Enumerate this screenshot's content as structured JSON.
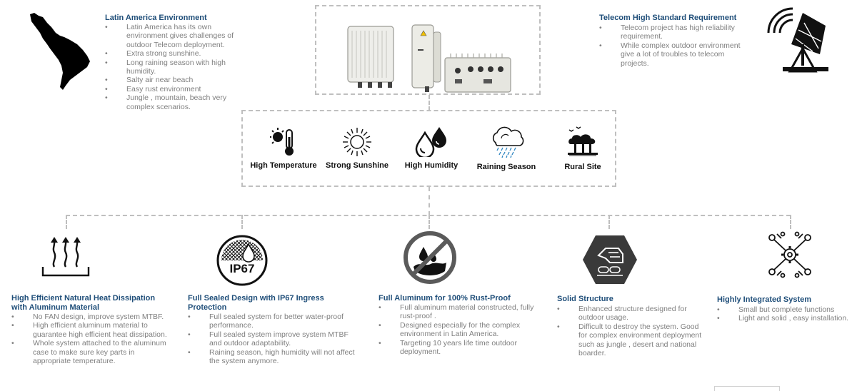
{
  "latin": {
    "title": "Latin America Environment",
    "bullets": [
      "Latin America has its own environment gives challenges of outdoor Telecom deployment.",
      "Extra strong sunshine.",
      "Long raining season with high humidity.",
      "Salty air near beach",
      "Easy rust environment",
      "Jungle , mountain, beach very complex scenarios."
    ]
  },
  "telecom": {
    "title": "Telecom High Standard Requirement",
    "bullets": [
      "Telecom project has high reliability requirement.",
      "While complex outdoor environment give a lot of troubles to telecom projects."
    ]
  },
  "environment": [
    {
      "label": "High Temperature",
      "icon": "thermometer-sun-icon"
    },
    {
      "label": "Strong Sunshine",
      "icon": "sun-icon"
    },
    {
      "label": "High Humidity",
      "icon": "water-drops-icon"
    },
    {
      "label": "Raining Season",
      "icon": "rain-cloud-icon"
    },
    {
      "label": "Rural Site",
      "icon": "rural-trees-icon"
    }
  ],
  "features": [
    {
      "title": "High Efficient Natural Heat Dissipation with Aluminum Material",
      "icon": "heat-dissipation-icon",
      "bullets": [
        "No FAN design, improve system MTBF.",
        "High efficient aluminum material to guarantee high efficient heat dissipation.",
        "Whole system attached to the aluminum case to make sure key parts in appropriate temperature."
      ]
    },
    {
      "title": "Full Sealed Design with IP67 Ingress Protection",
      "icon": "ip67-badge-icon",
      "icon_text": "IP67",
      "bullets": [
        "Full sealed system for better water-proof performance.",
        "Full sealed system improve system MTBF and outdoor adaptability.",
        "Raining season, high humidity will not affect the system anymore."
      ]
    },
    {
      "title": "Full Aluminum for 100% Rust-Proof",
      "icon": "no-rust-icon",
      "bullets": [
        "Full aluminum material constructed, fully rust-proof .",
        "Designed especially for the complex environment in Latin America.",
        "Targeting 10 years life time outdoor deployment."
      ]
    },
    {
      "title": "Solid Structure",
      "icon": "solid-structure-icon",
      "bullets": [
        "Enhanced structure designed for outdoor usage.",
        "Difficult to destroy the system. Good for complex environment deployment such as jungle , desert and national boarder."
      ]
    },
    {
      "title": "Highly Integrated System",
      "icon": "integrated-system-icon",
      "bullets": [
        "Small but complete functions",
        "Light and solid , easy installation."
      ]
    }
  ],
  "colors": {
    "title_blue": "#1f4e79",
    "body_gray": "#7f7f7f",
    "dash_gray": "#bfbfbf"
  }
}
